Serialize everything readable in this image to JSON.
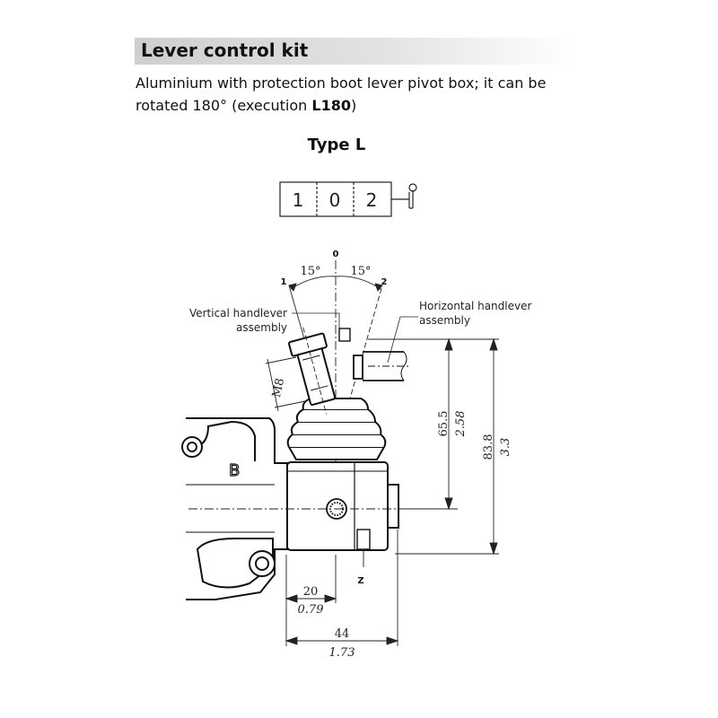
{
  "header": {
    "title": "Lever control kit",
    "description_lead": "Aluminium with protection boot lever pivot box; it can be rotated 180° (execution ",
    "description_code": "L180",
    "description_tail": ")",
    "type_label": "Type L"
  },
  "symbol": {
    "positions": [
      "1",
      "0",
      "2"
    ]
  },
  "drawing": {
    "angle_zero": "0",
    "angle_left_pos": "1",
    "angle_right_pos": "2",
    "angle_left_deg": "15°",
    "angle_right_deg": "15°",
    "vertical_label_l1": "Vertical handlever",
    "vertical_label_l2": "assembly",
    "horizontal_label_l1": "Horizontal handlever",
    "horizontal_label_l2": "assembly",
    "thread": "M8",
    "port_b": "B",
    "view_z": "Z",
    "dim_65_mm": "65.5",
    "dim_65_in": "2.58",
    "dim_83_mm": "83.8",
    "dim_83_in": "3.3",
    "dim_20_mm": "20",
    "dim_20_in": "0.79",
    "dim_44_mm": "44",
    "dim_44_in": "1.73"
  }
}
